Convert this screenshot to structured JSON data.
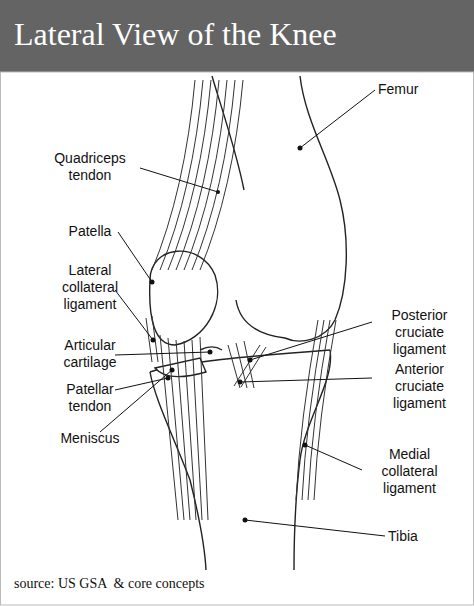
{
  "diagram": {
    "title": "Lateral View of the Knee",
    "caption": "source: US GSA  & core concepts",
    "labels": [
      "Femur",
      "Quadriceps tendon",
      "Patella",
      "Lateral collateral ligament",
      "Articular cartilage",
      "Patellar tendon",
      "Meniscus",
      "Posterior cruciate ligament",
      "Anterior cruciate ligament",
      "Medial collateral ligament",
      "Tibia"
    ]
  }
}
